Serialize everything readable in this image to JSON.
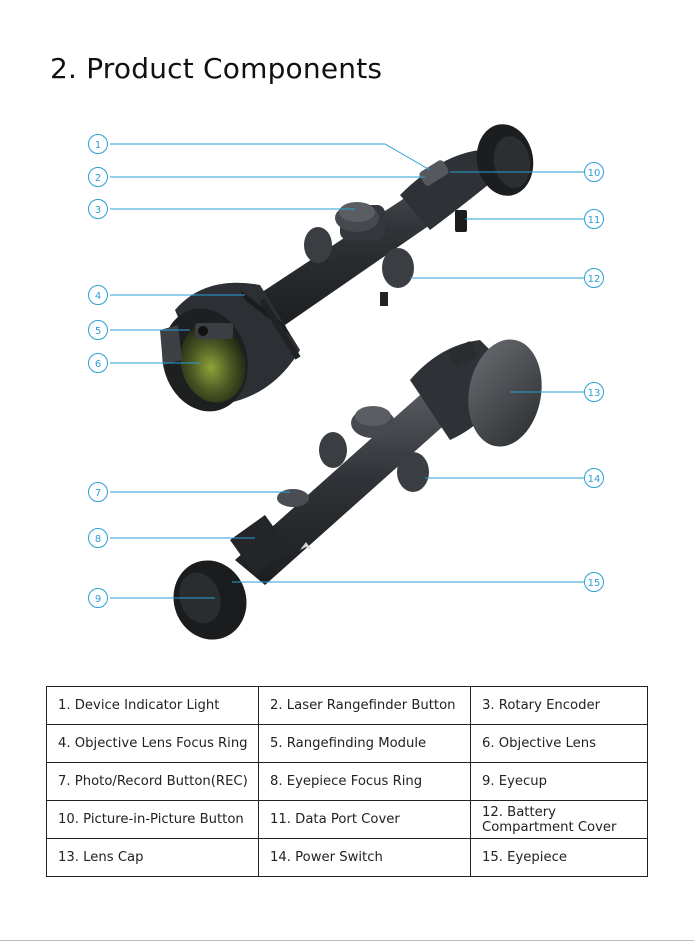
{
  "page": {
    "title": "2. Product Components"
  },
  "callouts": [
    "1",
    "2",
    "3",
    "4",
    "5",
    "6",
    "7",
    "8",
    "9",
    "10",
    "11",
    "12",
    "13",
    "14",
    "15"
  ],
  "colors": {
    "callout": "#2a9fd6",
    "body_dark": "#2b2e31",
    "body_mid": "#44484c",
    "lens": "#5a6b2c"
  },
  "components_table": [
    [
      "1. Device Indicator Light",
      "2. Laser Rangefinder Button",
      "3. Rotary Encoder"
    ],
    [
      "4. Objective Lens Focus Ring",
      "5. Rangefinding Module",
      "6. Objective Lens"
    ],
    [
      "7. Photo/Record Button(REC)",
      "8. Eyepiece Focus Ring",
      "9. Eyecup"
    ],
    [
      "10. Picture-in-Picture Button",
      "11. Data Port Cover",
      "12. Battery Compartment Cover"
    ],
    [
      "13. Lens Cap",
      "14. Power Switch",
      "15. Eyepiece"
    ]
  ]
}
